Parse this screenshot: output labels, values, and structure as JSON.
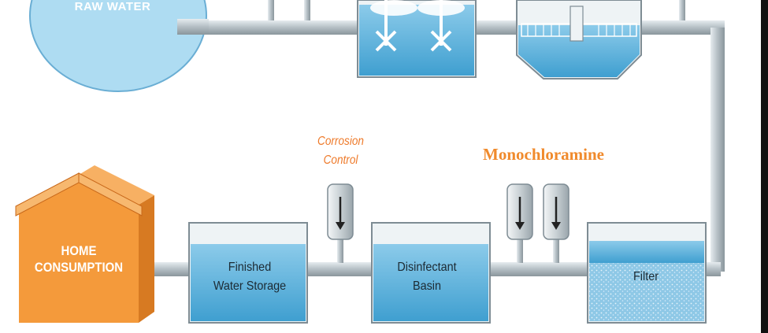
{
  "labels": {
    "raw_water": "RAW WATER",
    "home_line1": "HOME",
    "home_line2": "CONSUMPTION",
    "finished_line1": "Finished",
    "finished_line2": "Water Storage",
    "disinfectant_line1": "Disinfectant",
    "disinfectant_line2": "Basin",
    "filter": "Filter",
    "corrosion_line1": "Corrosion",
    "corrosion_line2": "Control",
    "monochloramine": "Monochloramine"
  },
  "colors": {
    "pipe": "#b9c3c8",
    "water": "#5fb3dc",
    "tank_outline": "#7e8c94",
    "house": "#f49a3b",
    "accent_text": "#ee7a2a"
  }
}
